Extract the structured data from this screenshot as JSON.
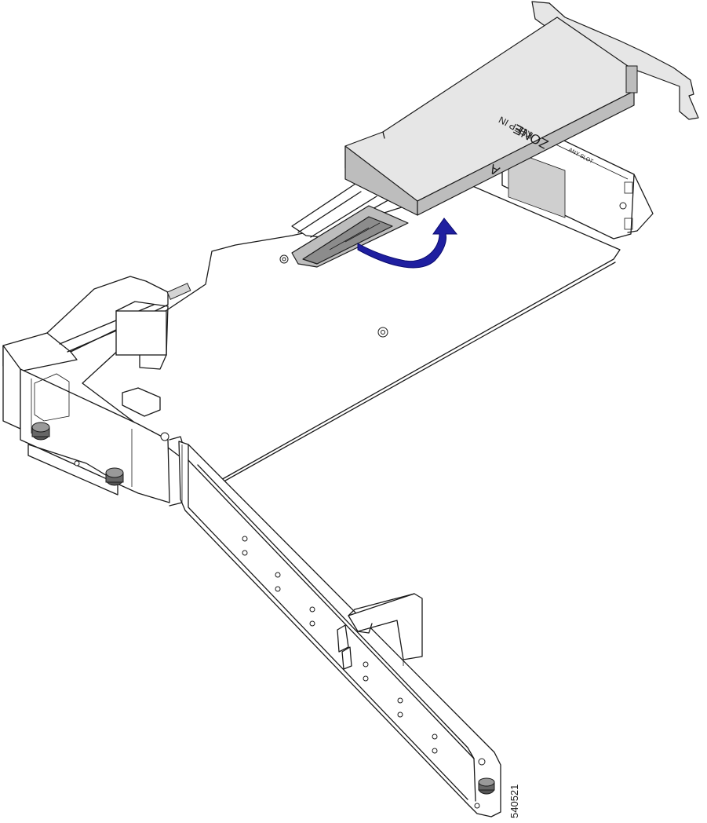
{
  "card_labels": {
    "keep_in": "KEEP IN",
    "zone": "ZONE",
    "zone_letter": "A"
  },
  "figure_number": "540521",
  "colors": {
    "arrow": "#1f1fa0",
    "arrow_dark": "#0a0a6e",
    "card_top": "#d4d4d4",
    "card_side": "#a9a9a9",
    "line": "#1a1a1a"
  },
  "icons": {
    "arrow": "curved-insert-arrow-icon",
    "screw": "thumbscrew-icon"
  }
}
